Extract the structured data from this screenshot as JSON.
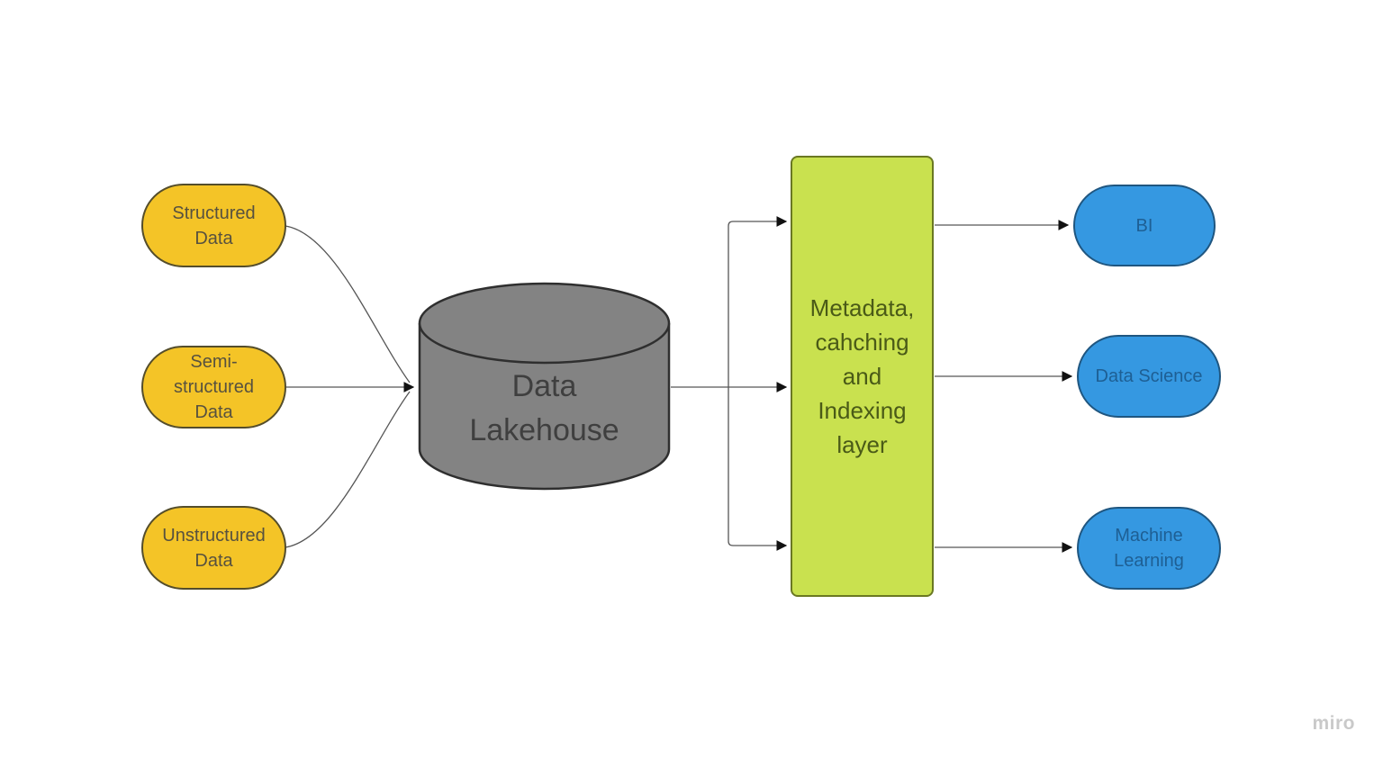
{
  "app": {
    "watermark": "miro"
  },
  "palette": {
    "background": "#FFFFFF",
    "source_fill": "#F4C427",
    "source_border": "#544D2B",
    "source_text": "#57513F",
    "lakehouse_fill": "#838383",
    "lakehouse_border": "#2F2F2F",
    "lakehouse_text": "#3F3F3F",
    "layer_fill": "#C9E14F",
    "layer_border": "#6A7822",
    "layer_text": "#4A5A17",
    "consumer_fill": "#3598E1",
    "consumer_border": "#1F5680",
    "consumer_text": "#1E5F94",
    "connector_stroke": "#565656",
    "watermark_text": "#C9C9C9"
  },
  "diagram": {
    "sources": [
      {
        "label": "Structured\nData"
      },
      {
        "label": "Semi-\nstructured\nData"
      },
      {
        "label": "Unstructured\nData"
      }
    ],
    "store": {
      "label": "Data\nLakehouse"
    },
    "layer": {
      "label": "Metadata,\ncahching\nand\nIndexing\nlayer"
    },
    "consumers": [
      {
        "label": "BI"
      },
      {
        "label": "Data Science"
      },
      {
        "label": "Machine\nLearning"
      }
    ]
  }
}
